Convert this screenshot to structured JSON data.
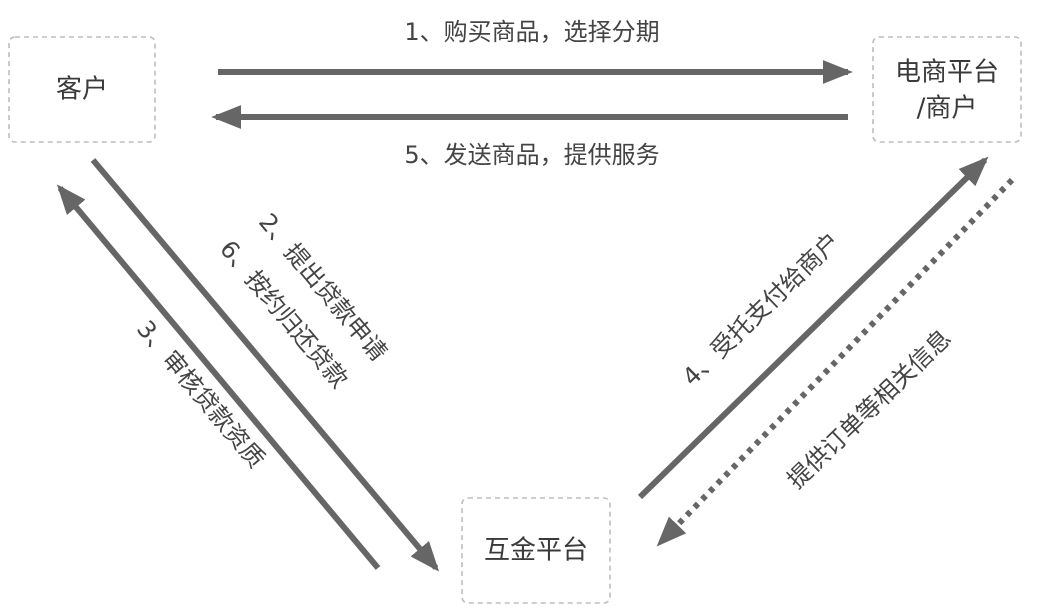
{
  "nodes": {
    "customer": {
      "label": "客户"
    },
    "ecommerce": {
      "label_line1": "电商平台",
      "label_line2": "/商户"
    },
    "finance": {
      "label": "互金平台"
    }
  },
  "edges": {
    "step1": "1、购买商品，选择分期",
    "step2": "2、提出贷款申请",
    "step3": "3、审核贷款资质",
    "step4": "4、受托支付给商户",
    "step5": "5、发送商品，提供服务",
    "step6": "6、按约归还贷款",
    "info": "提供订单等相关信息"
  },
  "colors": {
    "arrow": "#666666",
    "box_border": "#bdbdbd",
    "text": "#3a3a3a"
  }
}
